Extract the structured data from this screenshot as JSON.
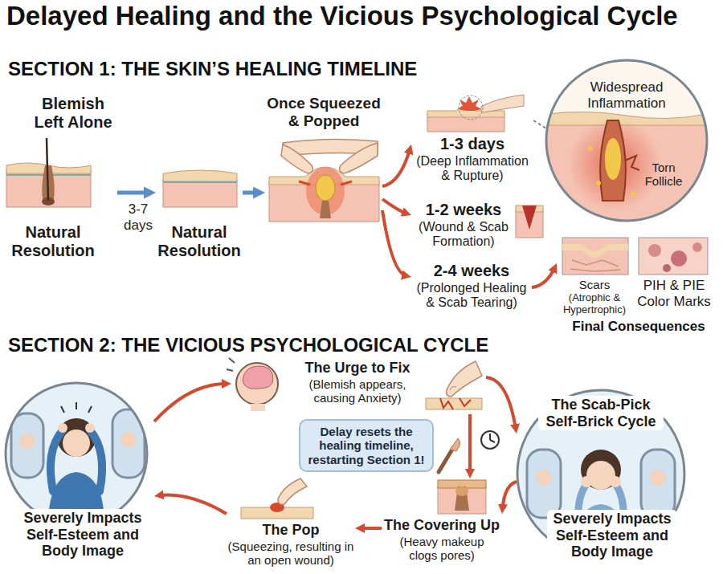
{
  "diagram": {
    "title": "Delayed Healing and the Vicious Psychological Cycle",
    "nodes": [
      {
        "text": [
          "Blemish Left Alone",
          "Natural Resolution"
        ]
      },
      {
        "text": [
          "Natural Resolution"
        ]
      },
      {
        "text": [
          "Once Squeezed & Popped"
        ]
      },
      {
        "text": [
          "1-3 days",
          "(Deep Inflammation & Rupture)"
        ]
      },
      {
        "text": [
          "Widespread Inflammation",
          "Torn Follicle"
        ]
      },
      {
        "text": [
          "1-2 weeks",
          "(Wound & Scab Formation)"
        ]
      },
      {
        "text": [
          "2-4 weeks",
          "(Prolonged Healing & Scab Tearing)"
        ]
      },
      {
        "text": [
          "Scars",
          "(Atrophic & Hypertrophic)"
        ]
      },
      {
        "text": [
          "PIH & PIE Color Marks"
        ]
      },
      {
        "text": [
          "Severely Impacts Self-Esteem and Body Image"
        ]
      },
      {
        "text": [
          "The Urge to Fix",
          "(Blemish appears, causing Anxiety)"
        ]
      },
      {
        "text": [
          "The Scab-Pick Self-Brick Cycle",
          "Severely Impacts Self-Esteem and Body Image"
        ]
      },
      {
        "text": [
          "Delay resets the healing timeline, restarting Section 1!"
        ]
      },
      {
        "text": [
          "The Covering Up",
          "(Heavy makeup clogs pores)"
        ]
      },
      {
        "text": [
          "The Pop",
          "(Squeezing, resulting in an open wound)"
        ]
      }
    ],
    "edges": [
      {
        "from": 0,
        "to": 1,
        "label": "3-7 days",
        "arrow": "to"
      },
      {
        "from": 1,
        "to": 2,
        "arrow": "to"
      },
      {
        "from": 2,
        "to": 3,
        "arrow": "to"
      },
      {
        "from": 3,
        "to": 4,
        "arrow": "none"
      },
      {
        "from": 2,
        "to": 5,
        "arrow": "to"
      },
      {
        "from": 2,
        "to": 6,
        "arrow": "to"
      },
      {
        "from": 6,
        "to": 7,
        "arrow": "to"
      },
      {
        "from": 9,
        "to": 10,
        "arrow": "to"
      },
      {
        "from": 10,
        "to": 11,
        "arrow": "to"
      },
      {
        "from": 10,
        "to": 13,
        "arrow": "to"
      },
      {
        "from": 11,
        "to": 13,
        "arrow": "to"
      },
      {
        "from": 13,
        "to": 14,
        "arrow": "to"
      },
      {
        "from": 14,
        "to": 9,
        "arrow": "to"
      }
    ],
    "labels": [
      "SECTION 1: THE SKIN’S HEALING TIMELINE",
      "Final Consequences",
      "SECTION 2: THE VICIOUS PSYCHOLOGICAL CYCLE"
    ]
  }
}
